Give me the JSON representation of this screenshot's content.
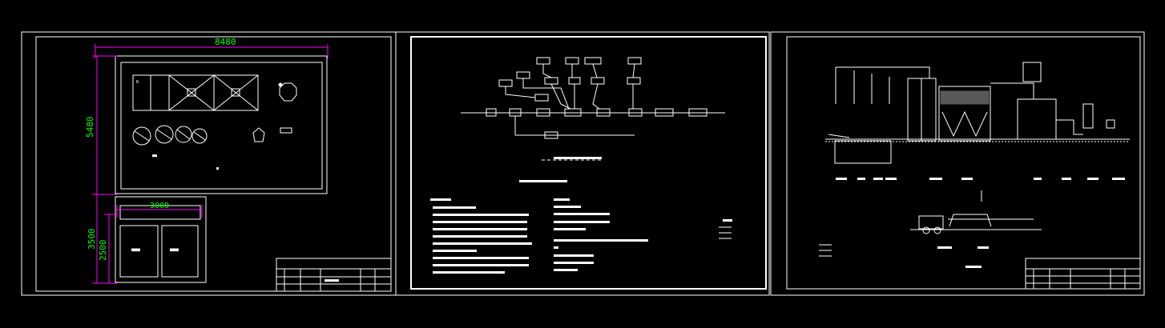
{
  "sheet1": {
    "dim_width": "8480",
    "dim_height": "5480",
    "dim_inner_width": "3000",
    "dim_lower_total": "3500",
    "dim_lower_inner": "2500"
  },
  "colors": {
    "background": "#000000",
    "line": "#ffffff",
    "dimension_line": "#ff00ff",
    "dimension_text": "#00ff00"
  }
}
